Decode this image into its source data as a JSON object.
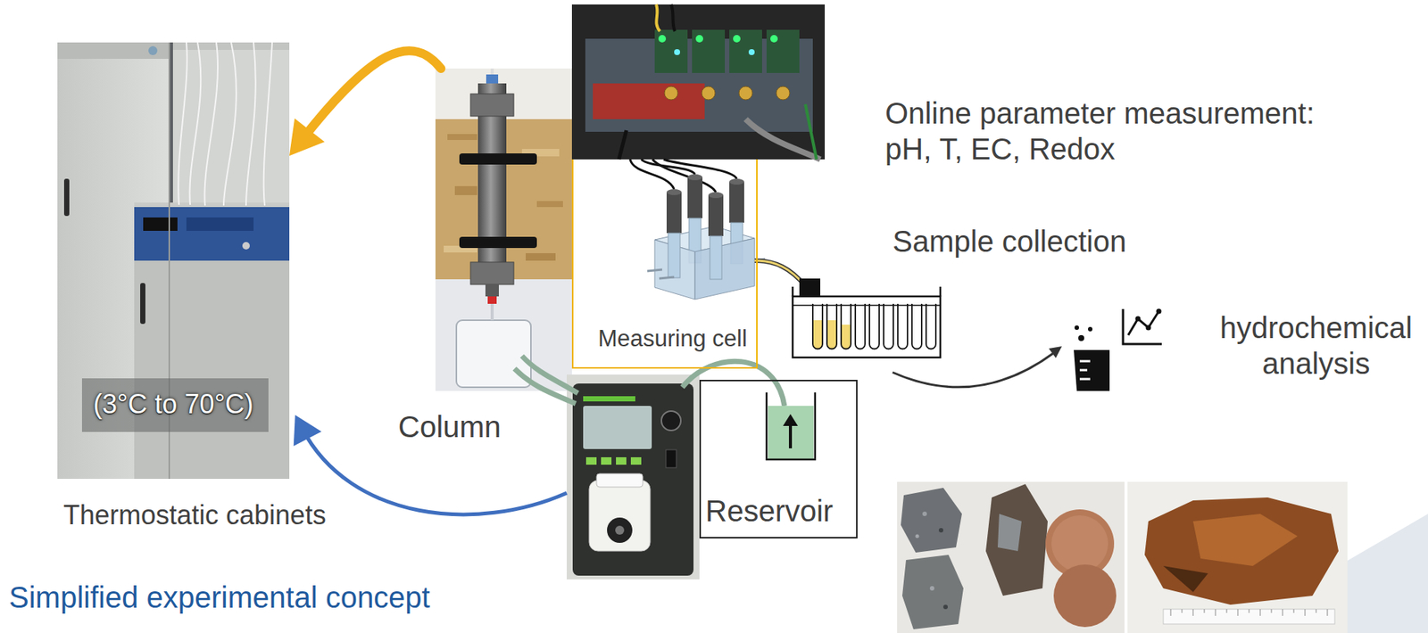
{
  "diagram": {
    "caption": "Simplified experimental concept",
    "nodes": [
      {
        "text": [
          "(3°C to 70°C)",
          "Thermostatic cabinets"
        ]
      },
      {
        "text": [
          "Column"
        ]
      },
      {
        "text": [
          "Measuring cell"
        ]
      },
      {
        "text": [
          "Reservoir"
        ]
      }
    ],
    "edges": [
      {
        "from": 1,
        "to": 0,
        "arrow": "to"
      }
    ],
    "labels": [
      "Online parameter measurement: pH, T, EC, Redox",
      "Sample collection",
      "hydrochemical analysis"
    ]
  }
}
